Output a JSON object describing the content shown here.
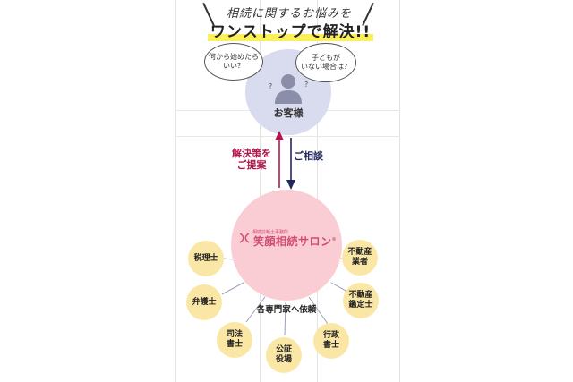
{
  "headline": {
    "line1": "相続に関するお悩みを",
    "line2": "ワンストップで解決!!"
  },
  "customer": {
    "label": "お客様",
    "bubbles": [
      "何から始めたら\nいい？",
      "子どもが\nいない場合は？"
    ],
    "question_marks": [
      "?",
      "?"
    ]
  },
  "arrows": {
    "up_label": "解決策を\nご提案",
    "down_label": "ご相談",
    "up_color": "#b0164c",
    "down_color": "#23285c"
  },
  "salon": {
    "small_text": "相続診断士事務所",
    "name": "笑顔相続サロン",
    "mark": "®"
  },
  "request_label": "各専門家へ依頼",
  "experts": [
    {
      "name": "tax-accountant",
      "label": "税理士"
    },
    {
      "name": "lawyer",
      "label": "弁護士"
    },
    {
      "name": "judicial-scrivener",
      "label": "司法\n書士"
    },
    {
      "name": "notary-office",
      "label": "公証\n役場"
    },
    {
      "name": "administrative-scrivener",
      "label": "行政\n書士"
    },
    {
      "name": "real-estate-appraiser",
      "label": "不動産\n鑑定士"
    },
    {
      "name": "real-estate-agent",
      "label": "不動産\n業者"
    }
  ],
  "colors": {
    "customer_circle": "#d9dcef",
    "salon_circle": "#f9cdd3",
    "expert_circle": "#fbe7a5",
    "highlight": "#fbf05a"
  }
}
